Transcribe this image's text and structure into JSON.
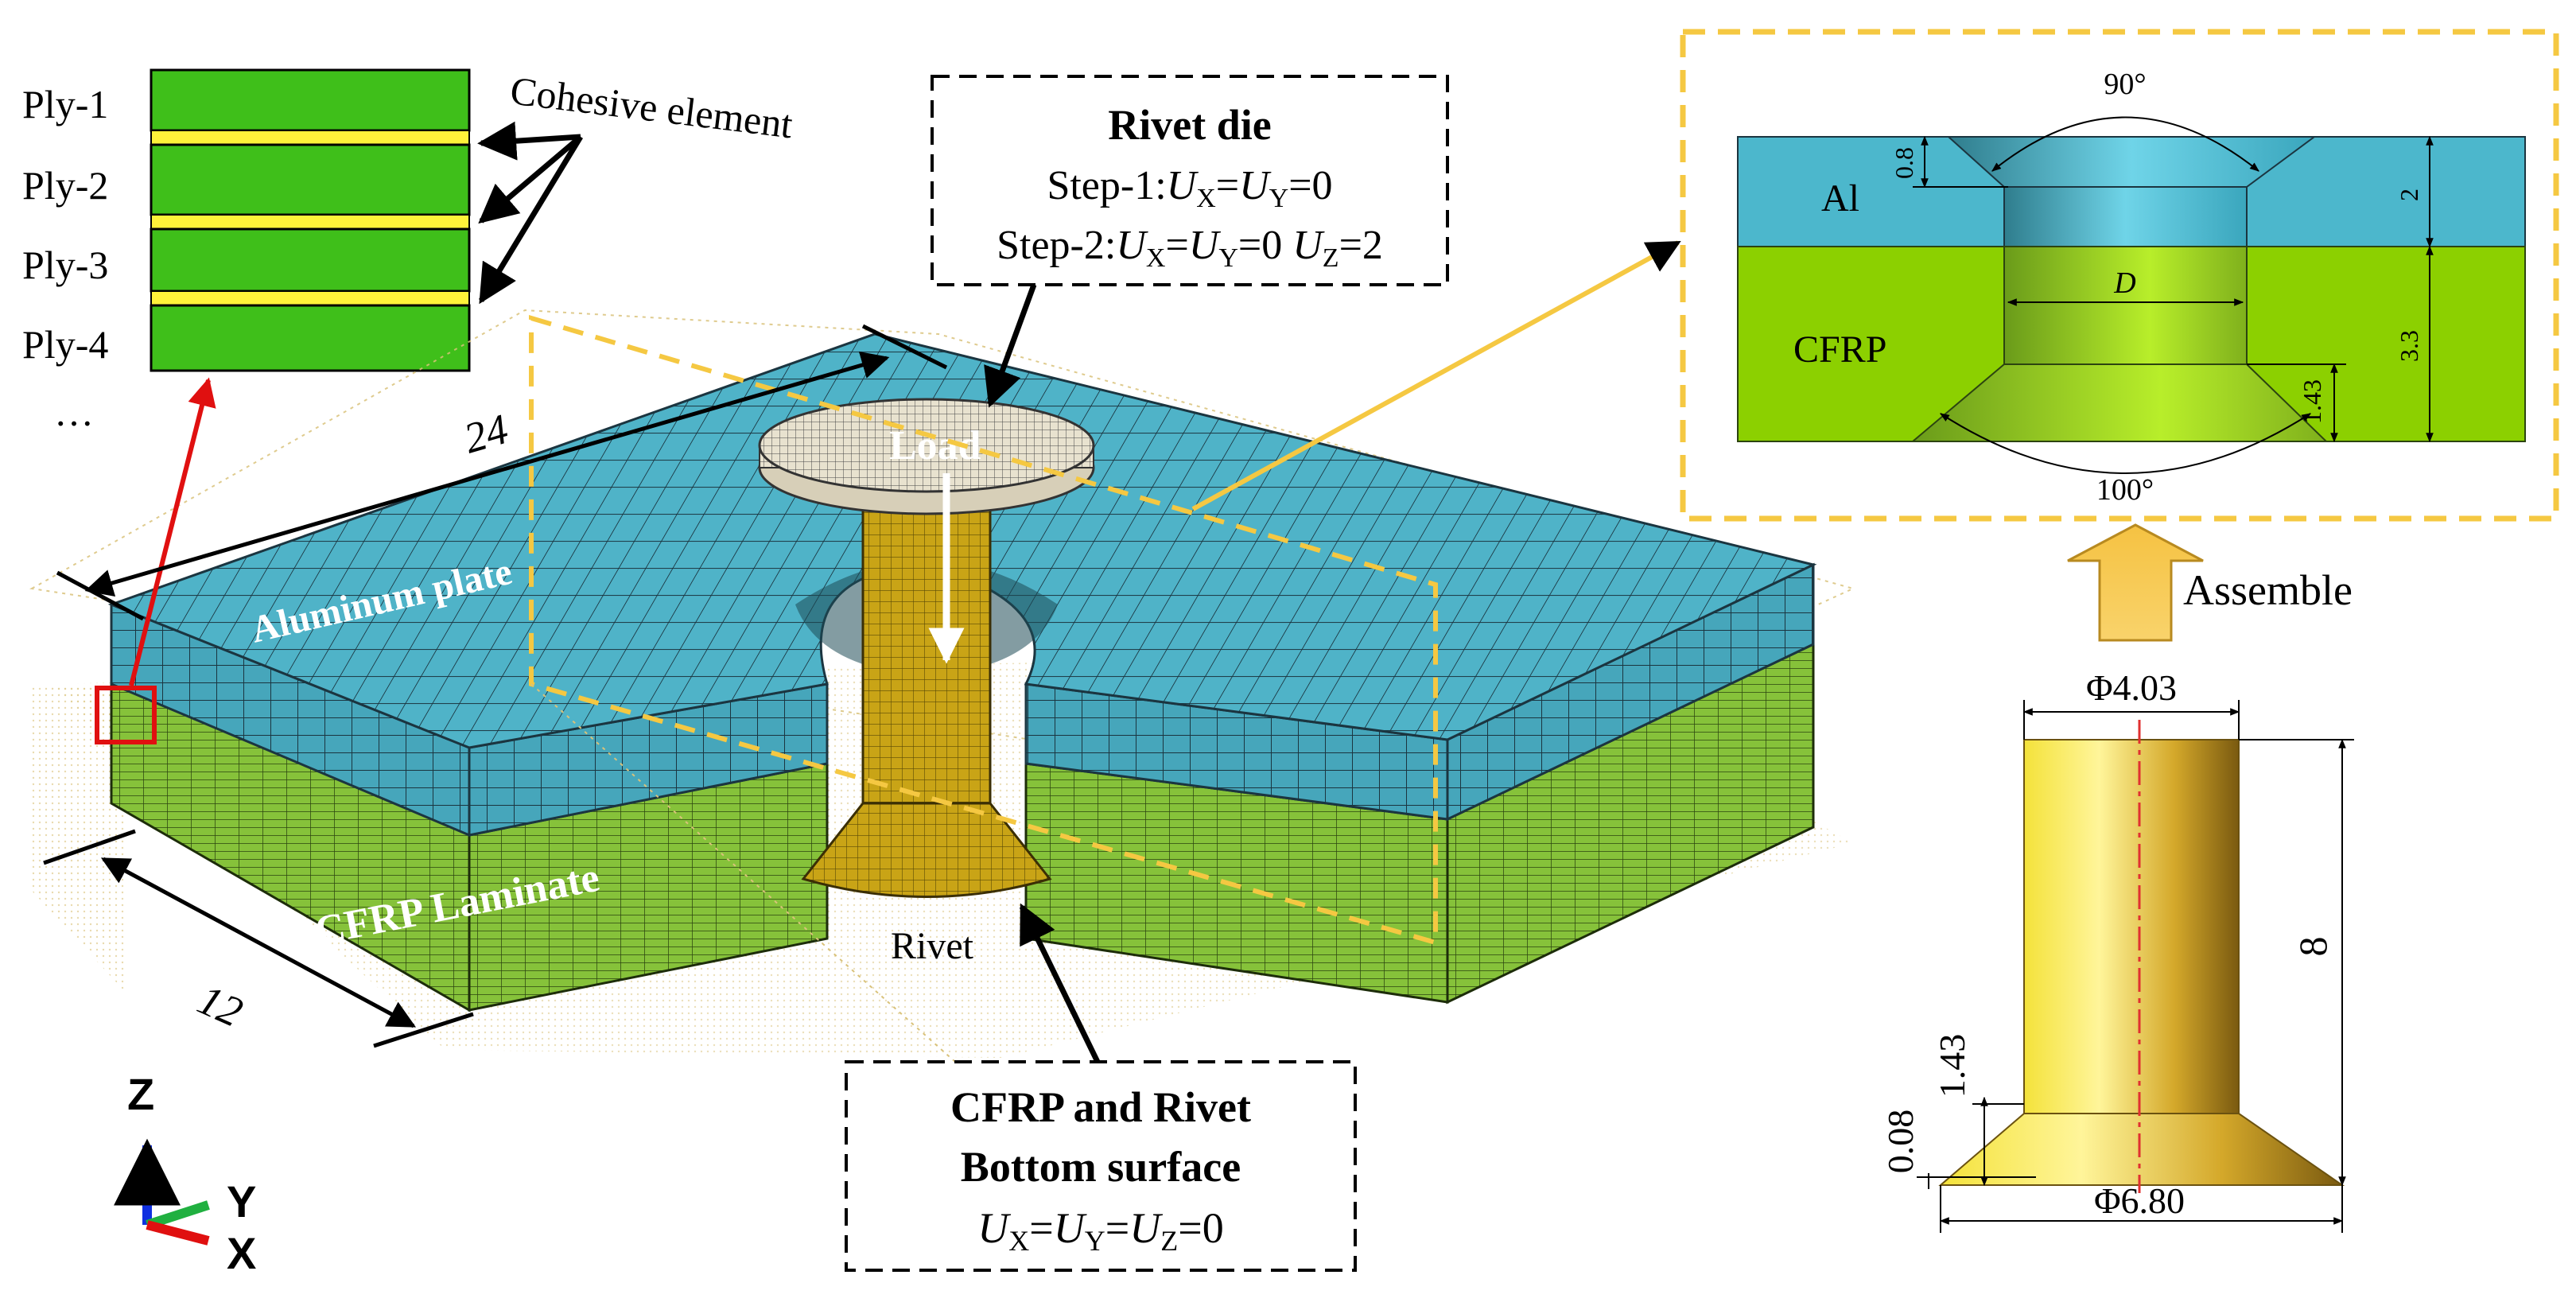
{
  "ply_stack": {
    "labels": [
      "Ply-1",
      "Ply-2",
      "Ply-3",
      "Ply-4",
      "…"
    ],
    "cohesive_label": "Cohesive element"
  },
  "rivet_die_box": {
    "title": "Rivet die",
    "step1": "Step-1:Uₓ=Uᵧ=0",
    "step1_prefix": "Step-1:",
    "step2_prefix": "Step-2:",
    "u": "U",
    "sub_x": "X",
    "sub_y": "Y",
    "sub_z": "Z",
    "eq0": "=0",
    "eq2": "=2",
    "eq": "="
  },
  "model_labels": {
    "length_24": "24",
    "length_12": "12",
    "aluminum": "Aluminum plate",
    "cfrp": "CFRP Laminate",
    "load": "Load",
    "rivet": "Rivet"
  },
  "bc_box": {
    "line1": "CFRP and Rivet",
    "line2": "Bottom surface"
  },
  "section_view": {
    "angle_top": "90°",
    "angle_bottom": "100°",
    "al": "Al",
    "cfrp": "CFRP",
    "d_label": "D",
    "dim_08": "0.8",
    "dim_2": "2",
    "dim_33": "3.3",
    "dim_143": "1.43"
  },
  "assemble_label": "Assemble",
  "rivet_drawing": {
    "top_diameter": "Φ4.03",
    "bottom_diameter": "Φ6.80",
    "height": "8",
    "head_height": "1.43",
    "lip": "0.08"
  },
  "axes": {
    "z": "Z",
    "y": "Y",
    "x": "X"
  },
  "colors": {
    "aluminum": "#4fb3c8",
    "cfrp": "#8cc63f",
    "rivet": "#d9b21a",
    "highlight": "#f5c842",
    "red_marker": "#e01010"
  }
}
